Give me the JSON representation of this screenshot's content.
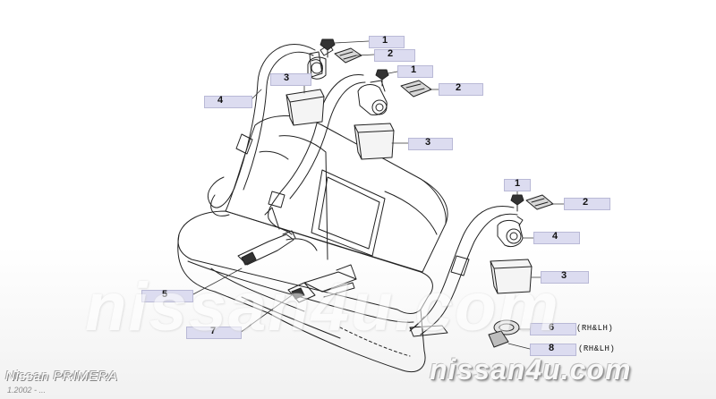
{
  "callouts": {
    "n1a": "1",
    "n2a": "2",
    "n1b": "1",
    "n2b": "2",
    "n3a": "3",
    "n4a": "4",
    "n3b": "3",
    "n1c": "1",
    "n2c": "2",
    "n4b": "4",
    "n3c": "3",
    "n5": "5",
    "n6": "6",
    "n7": "7",
    "n8": "8"
  },
  "notes": {
    "n6": "(RH&LH)",
    "n8": "(RH&LH)"
  },
  "watermark": {
    "big": "nissan4u.com",
    "small": "nissan4u.com"
  },
  "footer": {
    "model": "Nissan PRIMERA",
    "date": "1.2002 - ..."
  }
}
